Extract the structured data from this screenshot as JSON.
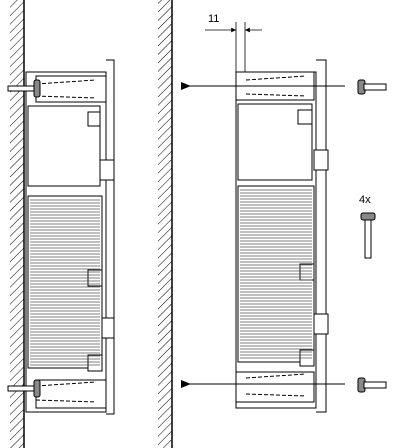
{
  "dimension": {
    "value": "11"
  },
  "quantity": {
    "label": "4x"
  },
  "colors": {
    "line": "#000000",
    "wall_fill": "#ffffff",
    "fins": "#555555",
    "screw_head": "#888888"
  },
  "icons": [
    "screw-icon",
    "arrow-icon",
    "wall-hatch"
  ]
}
